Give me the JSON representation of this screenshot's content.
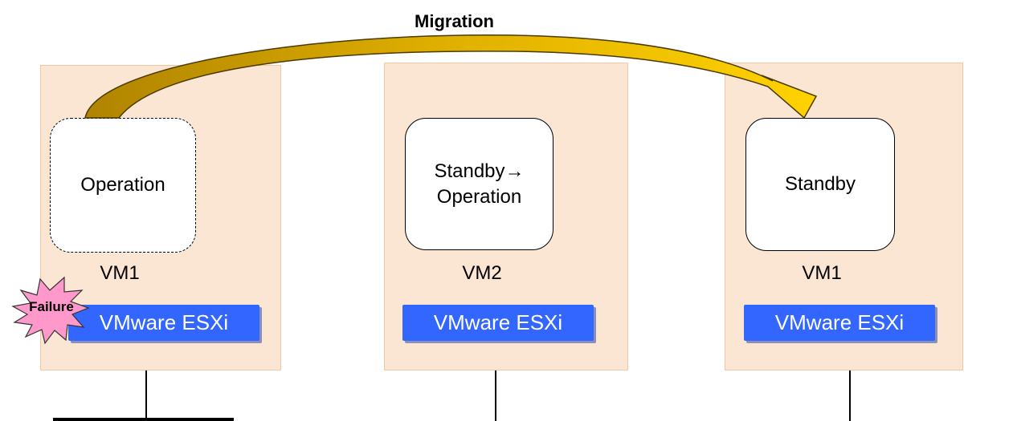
{
  "diagram": {
    "title": "Migration",
    "failure_label": "Failure",
    "hosts": [
      {
        "vm_state": "Operation",
        "vm_name": "VM1",
        "hypervisor": "VMware ESXi",
        "vm_border": "dashed"
      },
      {
        "vm_state": "Standby→\nOperation",
        "vm_name": "VM2",
        "hypervisor": "VMware ESXi",
        "vm_border": "solid"
      },
      {
        "vm_state": "Standby",
        "vm_name": "VM1",
        "hypervisor": "VMware ESXi",
        "vm_border": "solid"
      }
    ],
    "colors": {
      "host_fill": "#fbe5d3",
      "hypervisor_fill": "#3366ff",
      "arrow_fill": "#e8b800",
      "burst_fill": "#ff99cc"
    }
  }
}
